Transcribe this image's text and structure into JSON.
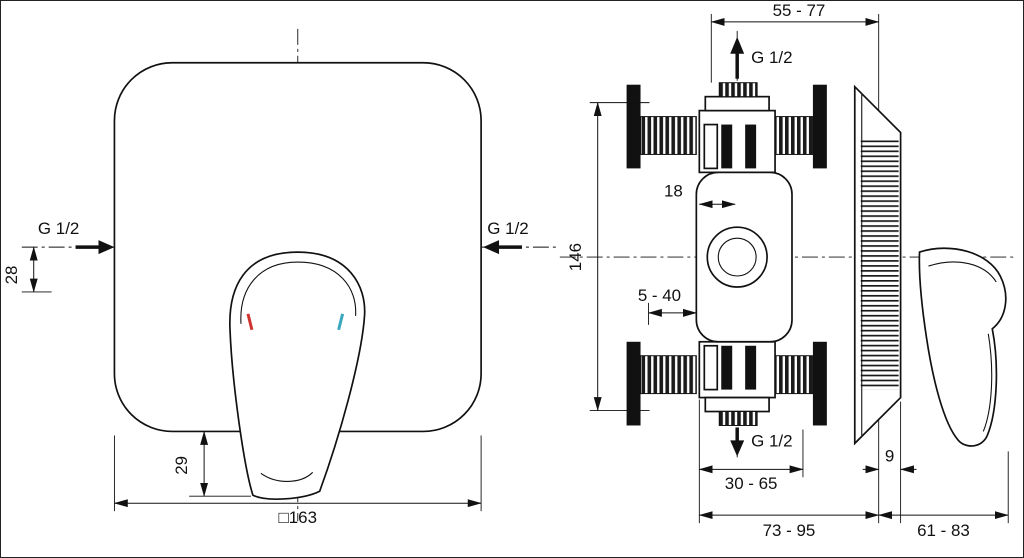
{
  "front_view": {
    "g12_left": "G 1/2",
    "g12_right": "G 1/2",
    "dim_28": "28",
    "dim_29": "29",
    "dim_square_163": "□163"
  },
  "side_view": {
    "dim_55_77": "55 - 77",
    "g12_top": "G 1/2",
    "dim_146": "146",
    "dim_18": "18",
    "dim_5_40": "5 - 40",
    "g12_bottom": "G 1/2",
    "dim_30_65": "30 - 65",
    "dim_9": "9",
    "dim_73_95": "73 - 95",
    "dim_61_83": "61 - 83"
  }
}
